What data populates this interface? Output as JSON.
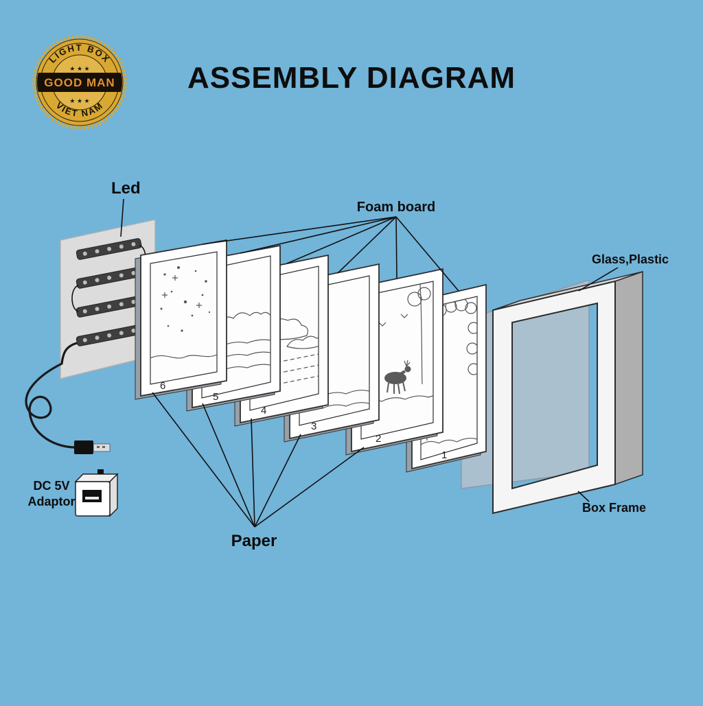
{
  "title": "ASSEMBLY DIAGRAM",
  "logo": {
    "arc_top": "LIGHT BOX",
    "name": "GOOD MAN",
    "arc_bottom": "VIET NAM",
    "stars_top": "★ ★ ★",
    "stars_bottom": "★ ★ ★"
  },
  "labels": {
    "led": "Led",
    "foam_board": "Foam board",
    "glass_plastic": "Glass,Plastic",
    "box_frame": "Box Frame",
    "paper": "Paper",
    "adaptor_line1": "DC 5V",
    "adaptor_line2": "Adaptor"
  },
  "layer_numbers": [
    "6",
    "5",
    "4",
    "3",
    "2",
    "1"
  ],
  "colors": {
    "background": "#73b4d9",
    "ink": "#0d0d0d",
    "frame_white": "#ffffff",
    "frame_shadow": "#98a0a8",
    "glass": "#b3c2cc",
    "box_frame_side": "#afafaf",
    "box_frame_top": "#d7d7d7",
    "led_strip": "#3f3f3f",
    "logo_gold": "#d9a833",
    "logo_name_orange": "#e0912f"
  }
}
